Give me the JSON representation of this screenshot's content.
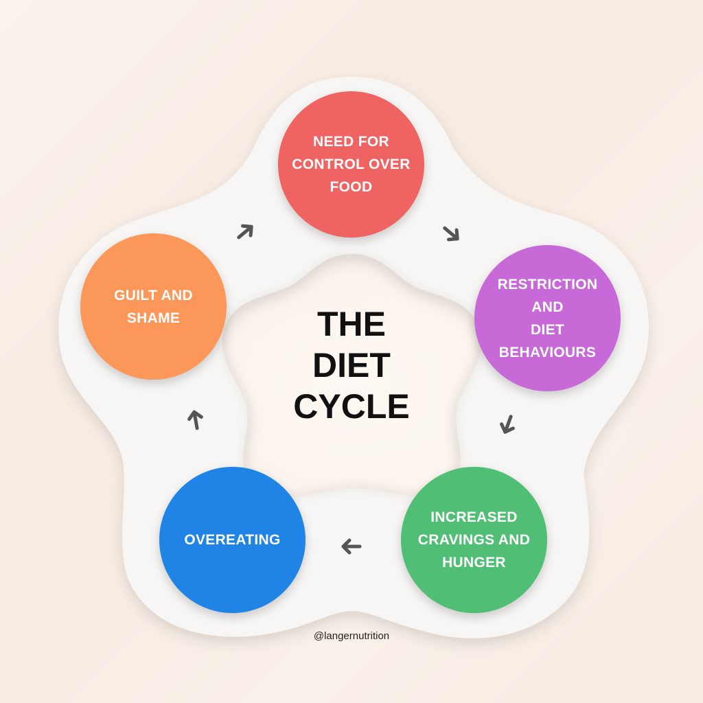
{
  "title_lines": [
    "THE",
    "DIET",
    "CYCLE"
  ],
  "steps": [
    {
      "label": "NEED FOR\nCONTROL OVER\nFOOD",
      "color": "#ef6363"
    },
    {
      "label": "RESTRICTION\nAND\nDIET\nBEHAVIOURS",
      "color": "#c76ad8"
    },
    {
      "label": "INCREASED\nCRAVINGS AND\nHUNGER",
      "color": "#50bf75"
    },
    {
      "label": "OVEREATING",
      "color": "#1f84e6"
    },
    {
      "label": "GUILT AND\nSHAME",
      "color": "#fb9758"
    }
  ],
  "handle": "@langernutrition",
  "arrow_icon": "arrow-icon",
  "background_color": "#f7ebe2"
}
